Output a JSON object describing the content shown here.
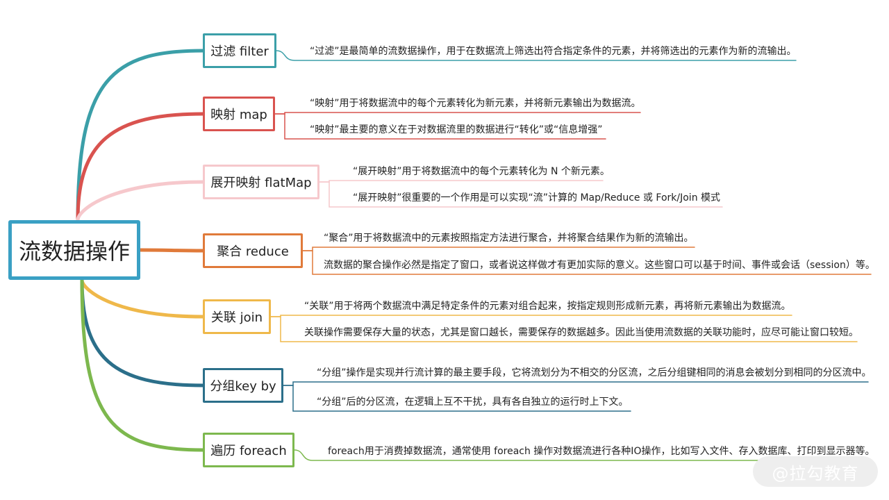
{
  "root": {
    "label": "流数据操作"
  },
  "branches": [
    {
      "label": "过滤 filter",
      "color": "#3b9fa8",
      "descriptions": [
        "“过滤”是最简单的流数据操作，用于在数据流上筛选出符合指定条件的元素，并将筛选出的元素作为新的流输出。"
      ]
    },
    {
      "label": "映射 map",
      "color": "#d9534f",
      "descriptions": [
        "“映射”用于将数据流中的每个元素转化为新元素，并将新元素输出为数据流。",
        "“映射”最主要的意义在于对数据流里的数据进行“转化”或“信息增强”"
      ]
    },
    {
      "label": "展开映射 flatMap",
      "color": "#f6c8cc",
      "descriptions": [
        "“展开映射”用于将数据流中的每个元素转化为 N 个新元素。",
        "“展开映射”很重要的一个作用是可以实现“流”计算的 Map/Reduce 或 Fork/Join 模式"
      ]
    },
    {
      "label": "聚合 reduce",
      "color": "#e07a3a",
      "descriptions": [
        "“聚合”用于将数据流中的元素按照指定方法进行聚合，并将聚合结果作为新的流输出。",
        "流数据的聚合操作必然是指定了窗口，或者说这样做才有更加实际的意义。这些窗口可以基于时间、事件或会话（session）等。"
      ]
    },
    {
      "label": "关联 join",
      "color": "#efb84a",
      "descriptions": [
        "“关联”用于将两个数据流中满足特定条件的元素对组合起来，按指定规则形成新元素，再将新元素输出为数据流。",
        "关联操作需要保存大量的状态，尤其是窗口越长，需要保存的数据越多。因此当使用流数据的关联功能时，应尽可能让窗口较短。"
      ]
    },
    {
      "label": "分组key by",
      "color": "#2b6f8a",
      "descriptions": [
        "“分组”操作是实现并行流计算的最主要手段，它将流划分为不相交的分区流，之后分组键相同的消息会被划分到相同的分区流中。",
        "“分组”后的分区流，在逻辑上互不干扰，具有各自独立的运行时上下文。"
      ]
    },
    {
      "label": "遍历 foreach",
      "color": "#7db84e",
      "descriptions": [
        "foreach用于消费掉数据流，通常使用 foreach 操作对数据流进行各种IO操作，比如写入文件、存入数据库、打印到显示器等。"
      ]
    }
  ],
  "watermark": "@拉勾教育"
}
